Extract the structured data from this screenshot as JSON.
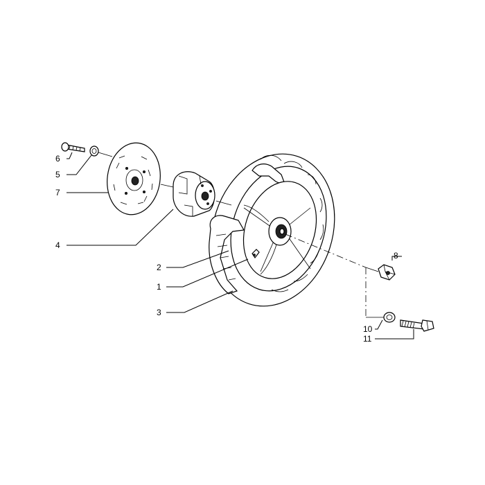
{
  "callouts": [
    {
      "id": "6",
      "label": "6"
    },
    {
      "id": "5",
      "label": "5"
    },
    {
      "id": "7",
      "label": "7"
    },
    {
      "id": "4",
      "label": "4"
    },
    {
      "id": "2",
      "label": "2"
    },
    {
      "id": "1",
      "label": "1"
    },
    {
      "id": "3",
      "label": "3"
    },
    {
      "id": "8",
      "label": "8"
    },
    {
      "id": "10",
      "label": "10"
    },
    {
      "id": "11",
      "label": "11"
    }
  ]
}
